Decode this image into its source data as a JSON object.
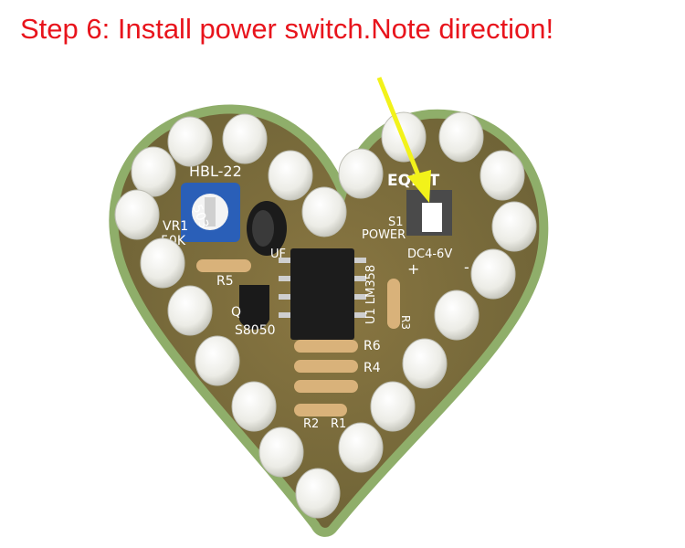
{
  "caption": "Step 6: Install power switch.Note direction!",
  "colors": {
    "caption": "#e8141c",
    "pcb": "#7a6a3a",
    "pcb_edge": "#8fae6a",
    "led": "#f2f2ee",
    "arrow": "#f2f21a"
  },
  "board": {
    "brand": "EQKIT",
    "labels": {
      "hbl": "HBL-22",
      "vr1": "VR1",
      "vr1_value": "50K",
      "pot_code": "503",
      "r5": "R5",
      "q": "Q",
      "s8050": "S8050",
      "u1": "U1 LM358",
      "s1": "S1",
      "power": "POWER",
      "dc": "DC4-6V",
      "plus": "+",
      "minus": "-",
      "r3": "R3",
      "r6": "R6",
      "r4": "R4",
      "r2": "R2",
      "r1": "R1",
      "cap": "UF"
    }
  }
}
